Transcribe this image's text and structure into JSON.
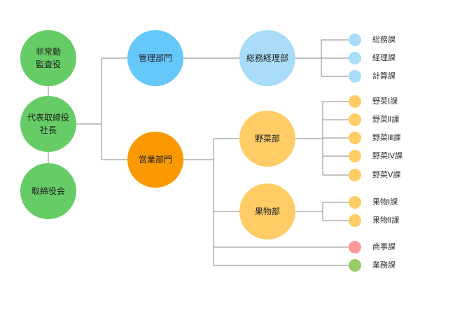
{
  "nodes": {
    "auditor": "非常勤\n監査役",
    "ceo": "代表取締役\n社長",
    "directors": "取締役会",
    "management": "管理部門",
    "sales": "営業部門",
    "general_accounting": "総務経理部",
    "vegetable": "野菜部",
    "fruit": "果物部"
  },
  "leaves": {
    "soumu": "総務課",
    "keiri": "経理課",
    "keisan": "計算課",
    "yasai1": "野菜Ⅰ課",
    "yasai2": "野菜Ⅱ課",
    "yasai3": "野菜Ⅲ課",
    "yasai4": "野菜Ⅳ課",
    "yasai5": "野菜Ⅴ課",
    "kudamono1": "果物Ⅰ課",
    "kudamono2": "果物Ⅱ課",
    "shouji": "商事課",
    "gyoumu": "業務課"
  },
  "colors": {
    "executive": "#66cc66",
    "management": "#66c8fa",
    "general_accounting": "#a8dcf8",
    "sales": "#fa9900",
    "sales_divisions": "#ffcc66",
    "shouji": "#ff9999",
    "gyoumu": "#99cc66"
  }
}
